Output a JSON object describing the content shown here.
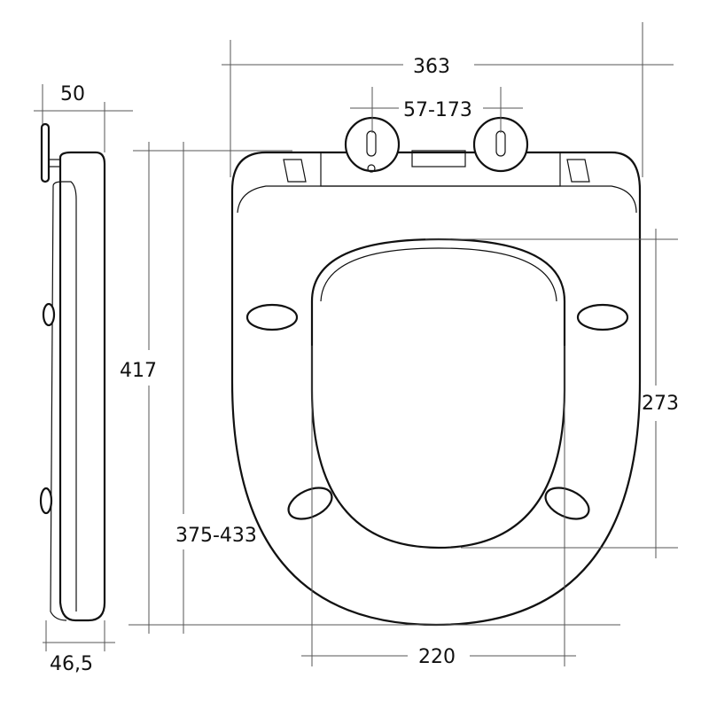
{
  "title": "Toilet seat dimension drawing",
  "dimensions": {
    "overall_width": "363",
    "hinge_spacing": "57-173",
    "side_height": "50",
    "overall_length": "417",
    "fixing_to_front": "375-433",
    "opening_length": "273",
    "opening_width": "220",
    "side_thickness": "46,5"
  }
}
